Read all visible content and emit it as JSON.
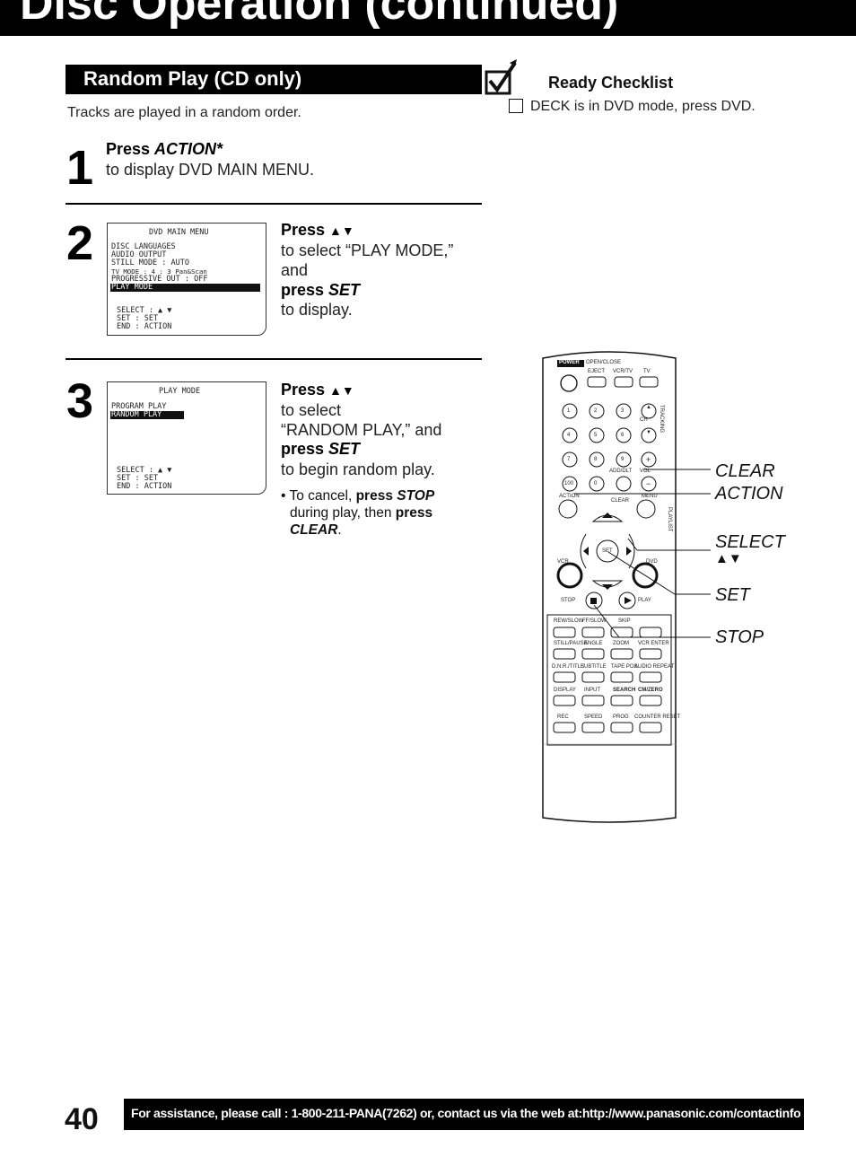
{
  "header": {
    "title": "Disc Operation (continued)"
  },
  "section": {
    "title": "Random Play (CD only)",
    "intro": "Tracks are played in a random order."
  },
  "steps": [
    {
      "number": "1",
      "title_prefix": "Press ",
      "title_em": "ACTION*",
      "lines": [
        "to display DVD MAIN MENU."
      ]
    },
    {
      "number": "2",
      "title_prefix": "Press ",
      "title_arrows": "▲▼",
      "lines": [
        "to select “PLAY MODE,”",
        "and"
      ],
      "press2_prefix": "press ",
      "press2_em": "SET",
      "after": "to display."
    },
    {
      "number": "3",
      "title_prefix": "Press ",
      "title_arrows": "▲▼",
      "lines": [
        "to select",
        "“RANDOM PLAY,” and"
      ],
      "press2_prefix": "press ",
      "press2_em": "SET",
      "after": "to begin random play.",
      "note": {
        "bullet": "•",
        "text1": "To cancel, ",
        "bold1": "press ",
        "em1": "STOP",
        "text2": "during play, then ",
        "bold2": "press",
        "em2": "CLEAR",
        "end": "."
      }
    }
  ],
  "screens": {
    "main_menu": {
      "title": "DVD MAIN MENU",
      "items": [
        "DISC LANGUAGES",
        "AUDIO OUTPUT",
        "STILL MODE     : AUTO",
        "TV MODE        : 4 : 3  Pan&Scan",
        "PROGRESSIVE  OUT : OFF"
      ],
      "highlight": "PLAY MODE",
      "footer": [
        "SELECT   : ▲ ▼",
        "SET      : SET",
        "END      : ACTION"
      ]
    },
    "play_mode": {
      "title": "PLAY MODE",
      "items": [
        "PROGRAM  PLAY"
      ],
      "highlight": "RANDOM  PLAY",
      "footer": [
        "SELECT   : ▲ ▼",
        "SET      : SET",
        "END      : ACTION"
      ]
    }
  },
  "checklist": {
    "title": "Ready Checklist",
    "items": [
      "DECK is in DVD mode, press DVD."
    ]
  },
  "remote": {
    "top_label": "POWER",
    "labels": {
      "eject": "EJECT",
      "vcrtv": "VCR/TV",
      "tv": "TV",
      "opencl": "OPEN/CLOSE",
      "ch": "CH",
      "tracking": "TRACKING",
      "addclt": "ADD/DLT",
      "vol": "VOL",
      "action": "ACTION",
      "menu": "MENU",
      "clear": "CLEAR",
      "playlist": "PLAYLIST",
      "vcr": "VCR",
      "dvd": "DVD",
      "stop": "STOP",
      "play": "PLAY",
      "set": "SET"
    },
    "digits": [
      "1",
      "2",
      "3",
      "4",
      "5",
      "6",
      "7",
      "8",
      "9",
      "100",
      "0"
    ],
    "lower_rows": [
      [
        "REW/SLOW",
        "FF/SLOW",
        "SKIP",
        ""
      ],
      [
        "STILL/PAUSE",
        "ANGLE",
        "ZOOM",
        "VCR ENTER"
      ],
      [
        "D.N.R./TITLE",
        "SUBTITLE",
        "TAPE POS.",
        "AUDIO REPEAT"
      ],
      [
        "DISPLAY",
        "INPUT",
        "SEARCH",
        "CM/ZERO"
      ],
      [
        "REC",
        "SPEED",
        "PROG",
        "COUNTER RESET"
      ]
    ]
  },
  "callouts": {
    "clear": "CLEAR",
    "action": "ACTION",
    "select": "SELECT",
    "select_arrows": "▲▼",
    "set": "SET",
    "stop": "STOP"
  },
  "footer": {
    "page_number": "40",
    "assistance": "For assistance, please call : 1-800-211-PANA(7262) or, contact us via the web at:http://www.panasonic.com/contactinfo"
  }
}
